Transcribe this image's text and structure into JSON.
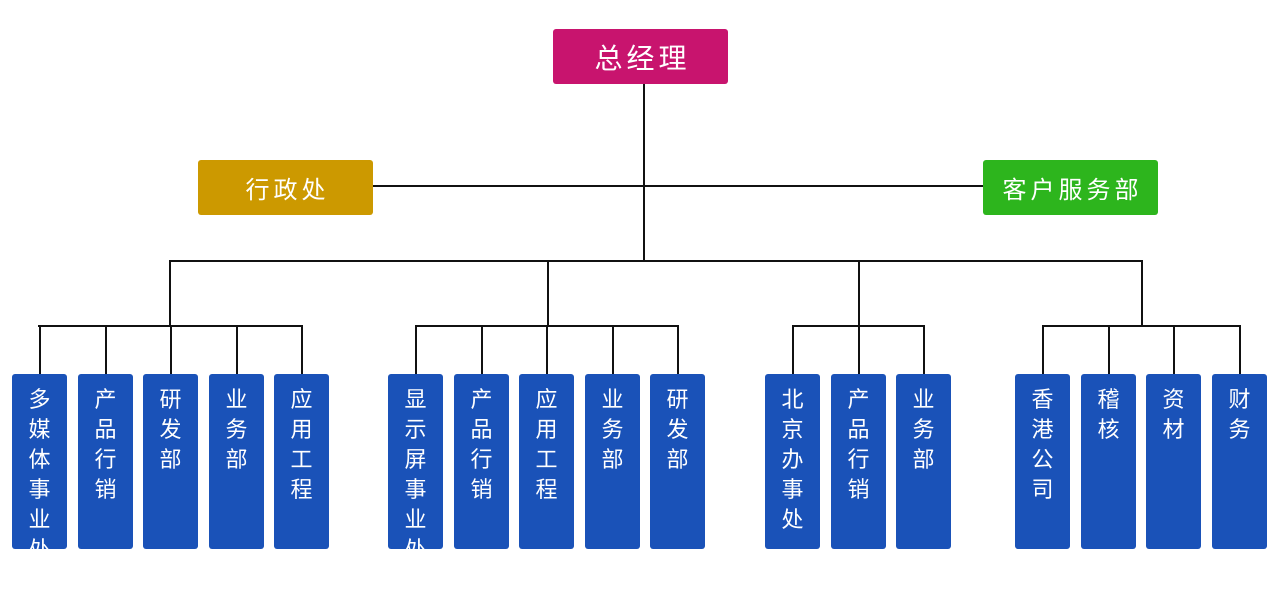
{
  "colors": {
    "top": "#c8146e",
    "admin": "#cc9900",
    "service": "#2db51d",
    "dept": "#1a52b8",
    "line": "#111111"
  },
  "top": {
    "label": "总经理"
  },
  "admin": {
    "label": "行政处"
  },
  "service": {
    "label": "客户服务部"
  },
  "groups": [
    {
      "depts": [
        "多媒体事业处",
        "产品行销",
        "研发部",
        "业务部",
        "应用工程"
      ]
    },
    {
      "depts": [
        "显示屏事业处",
        "产品行销",
        "应用工程",
        "业务部",
        "研发部"
      ]
    },
    {
      "depts": [
        "北京办事处",
        "产品行销",
        "业务部"
      ]
    },
    {
      "depts": [
        "香港公司",
        "稽核",
        "资材",
        "财务"
      ]
    }
  ]
}
